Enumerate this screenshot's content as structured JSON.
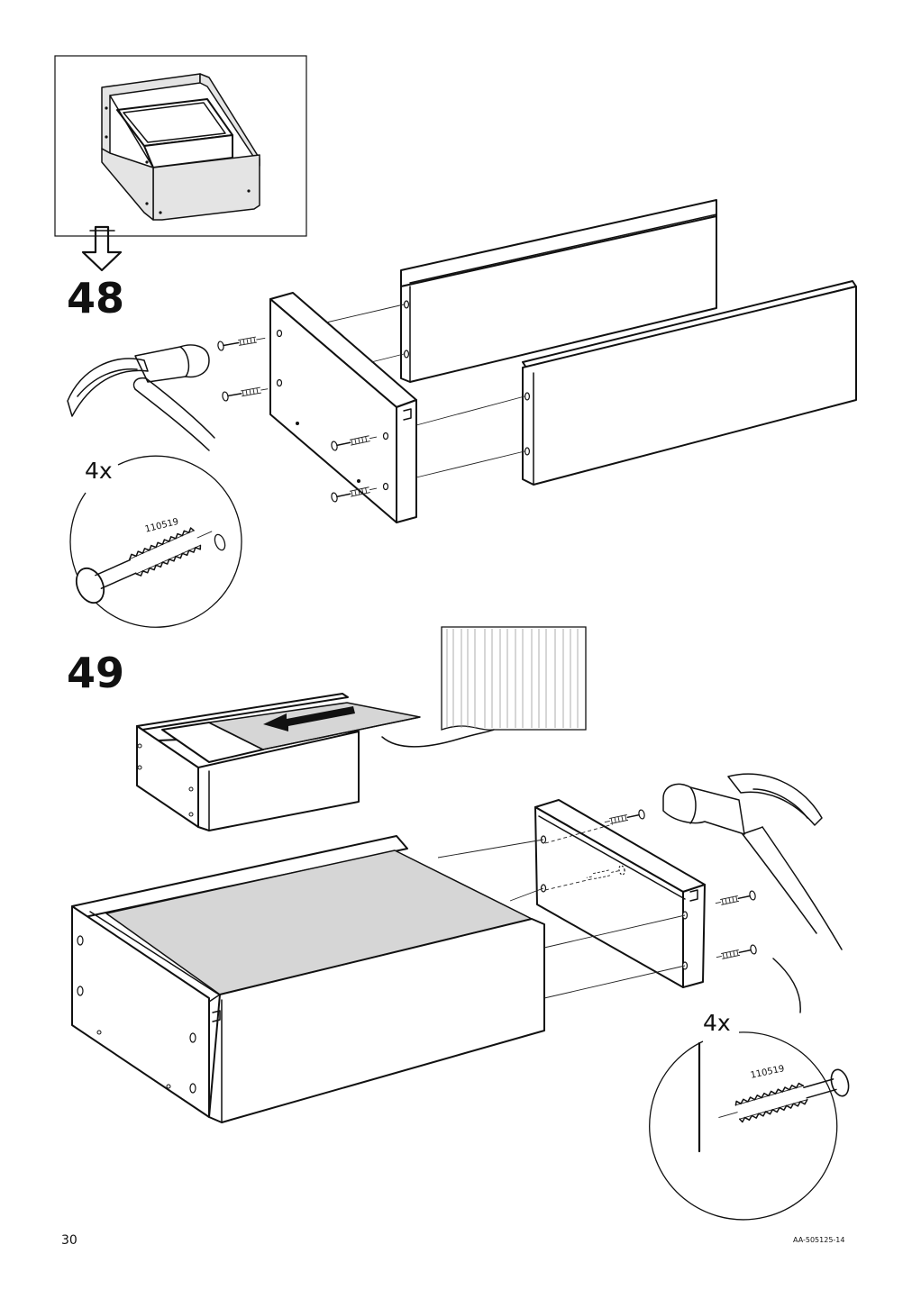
{
  "steps": [
    {
      "number": "48",
      "quantity": "4x",
      "part_number": "110519"
    },
    {
      "number": "49",
      "quantity": "4x",
      "part_number": "110519"
    }
  ],
  "footer": {
    "page_number": "30",
    "document_id": "AA-505125-14"
  },
  "icons": [
    "drawer-overview-icon",
    "down-arrow-icon",
    "hammer-icon",
    "nail-icon",
    "arrow-icon"
  ]
}
